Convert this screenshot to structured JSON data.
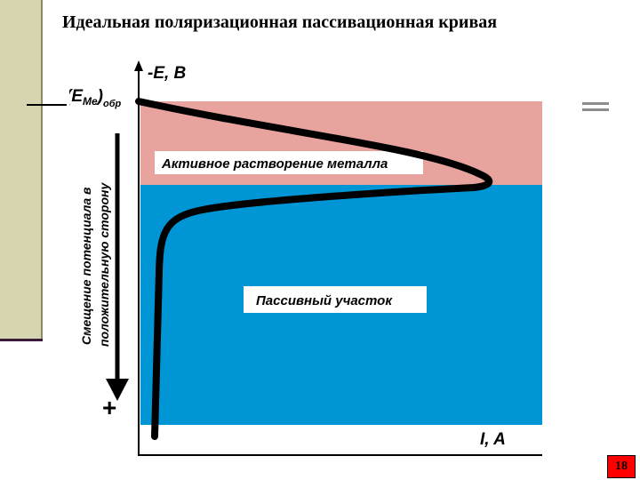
{
  "title": "Идеальная поляризационная пассивационная кривая",
  "diagram": {
    "y_axis_label": "-E, B",
    "x_axis_label": "I, A",
    "potential_label_main": "(E",
    "potential_label_sub": "Me",
    "potential_label_close": ")",
    "potential_label_suffix": "обр",
    "region_active": "Активное растворение металла",
    "region_passive": "Пассивный участок",
    "shift_label_line1": "Смещение потенциала в",
    "shift_label_line2": "положительную сторону",
    "plus_sign": "+",
    "colors": {
      "active": "#e8a39e",
      "passive": "#0096d6",
      "curve": "#000000"
    }
  },
  "page_number": "18"
}
